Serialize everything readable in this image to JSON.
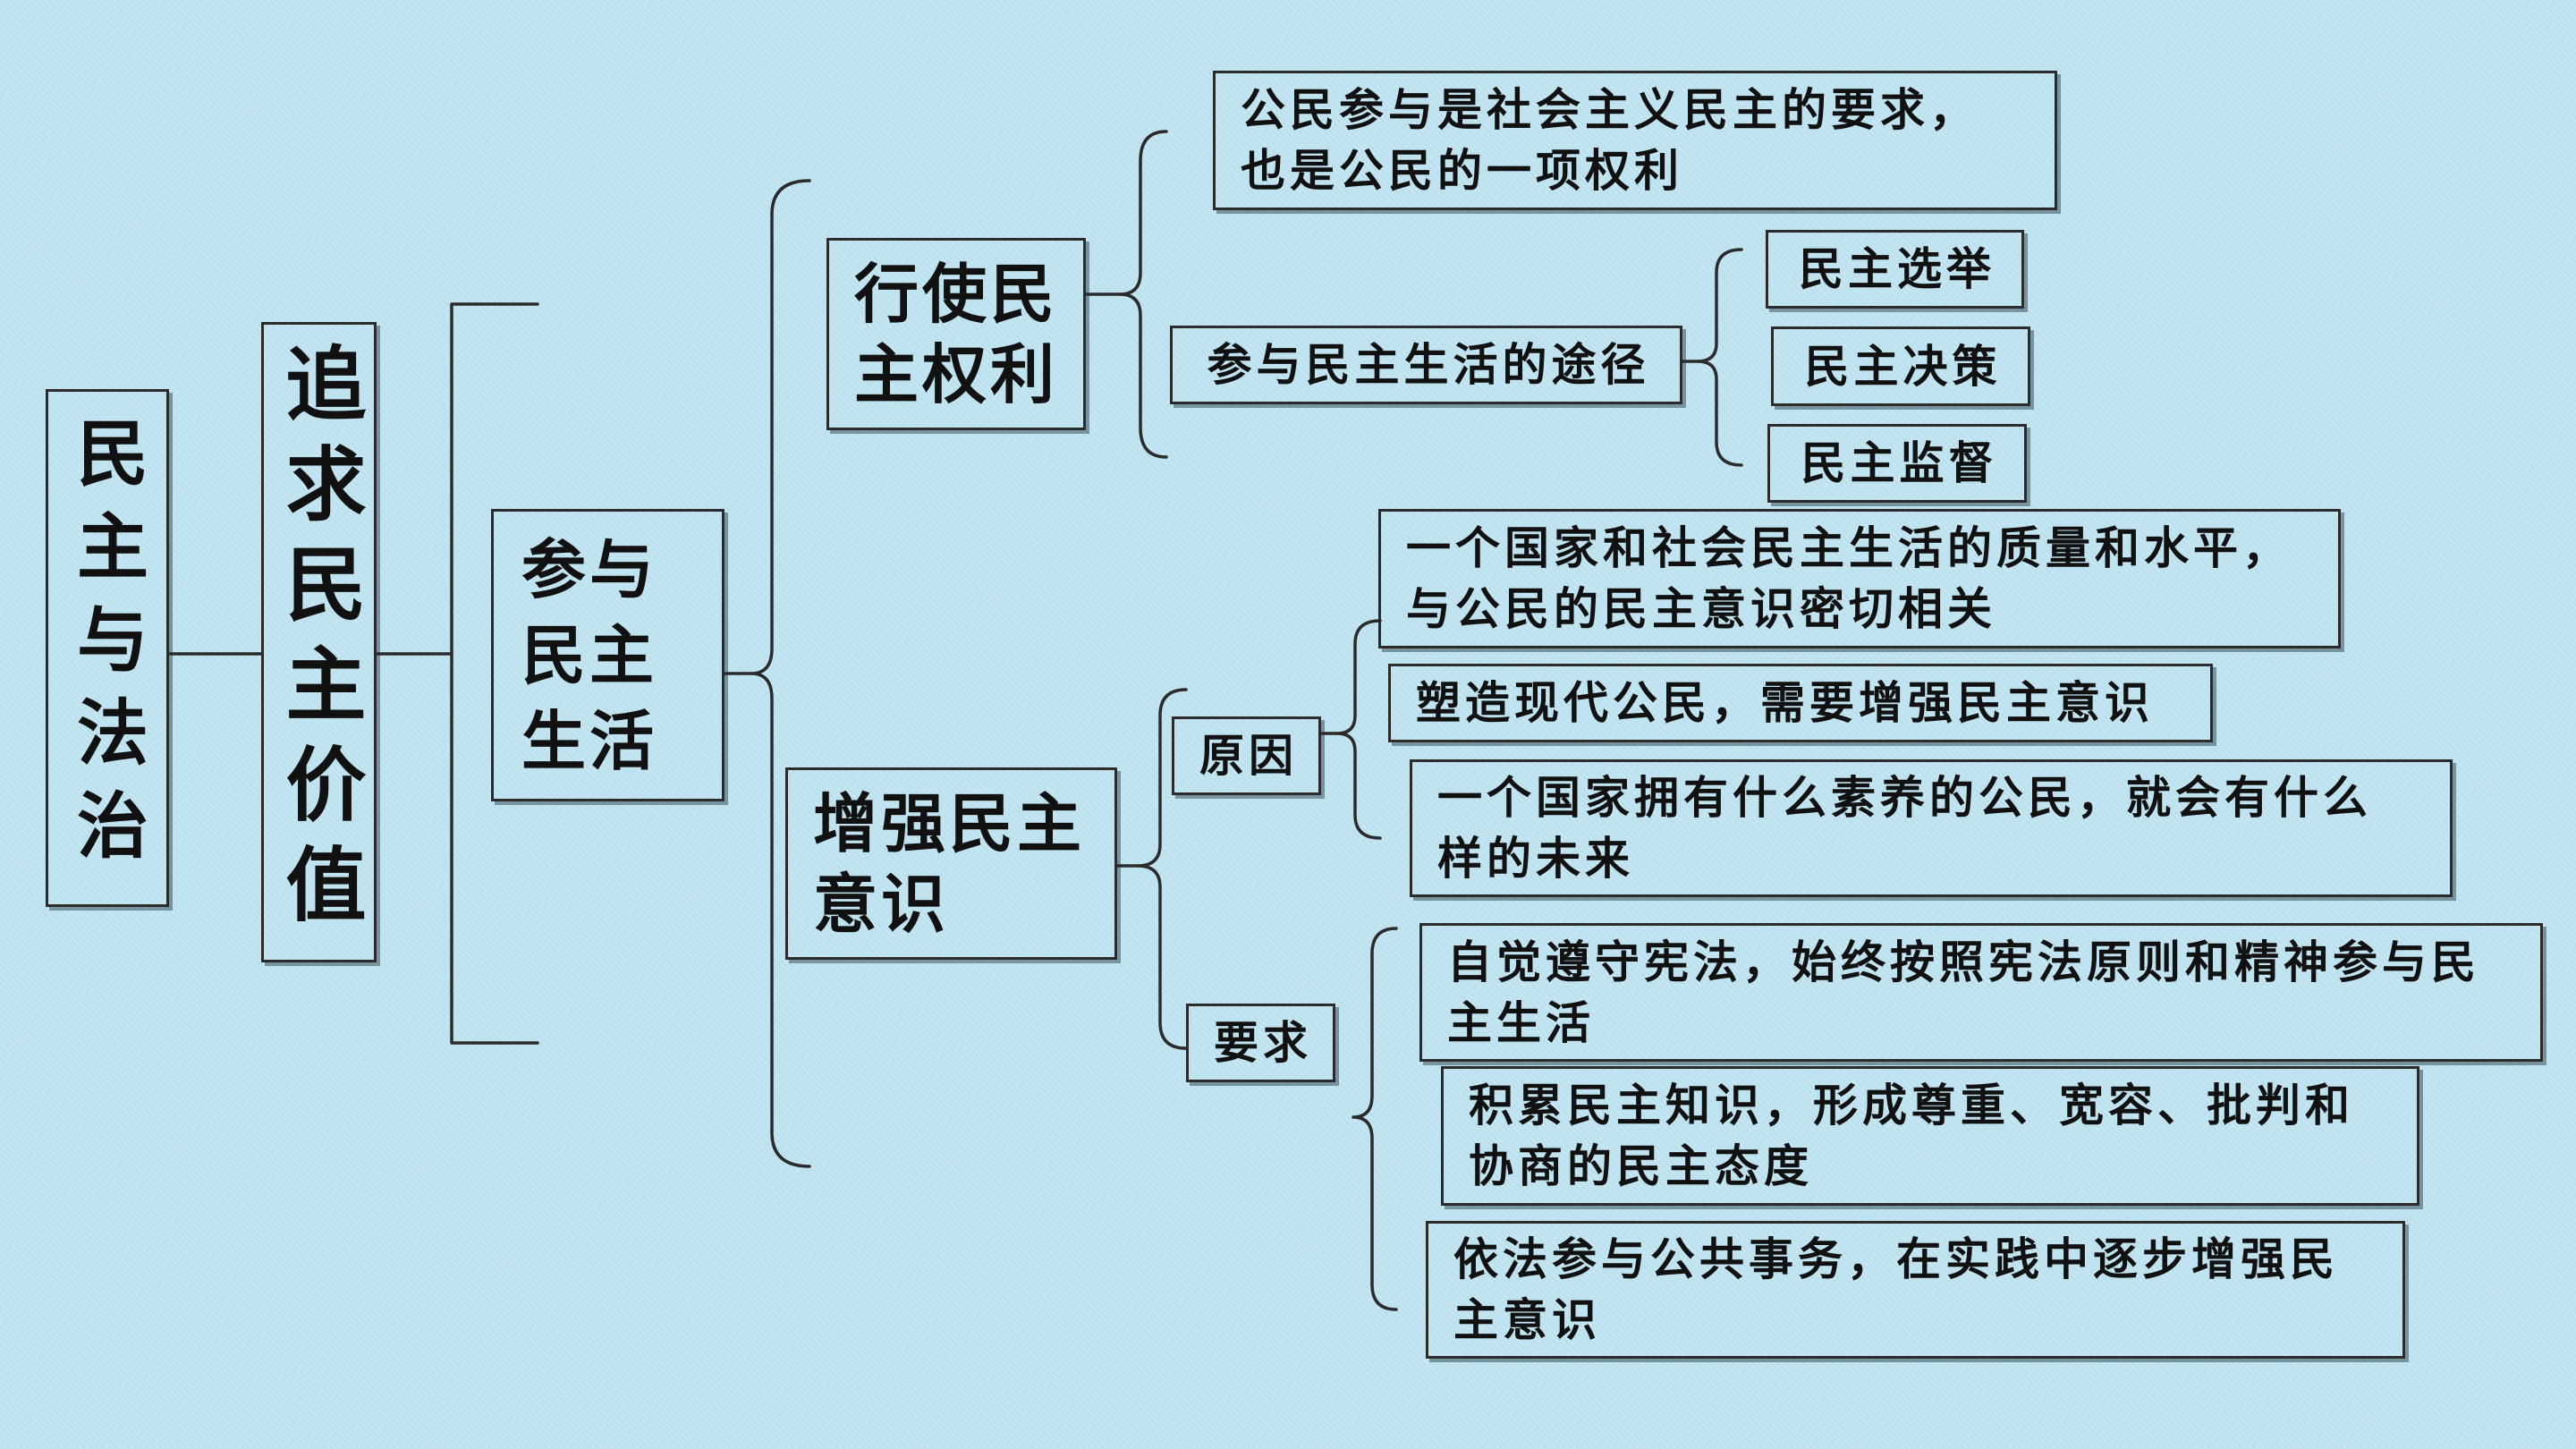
{
  "root": {
    "label": "民主与法治"
  },
  "level1": {
    "label": "追求民主价值"
  },
  "level2": {
    "lines": [
      "参与",
      "民主",
      "生活"
    ]
  },
  "exercise_rights": {
    "lines": [
      "行使民",
      "主权利"
    ],
    "statement": {
      "lines": [
        "公民参与是社会主义民主的要求，",
        "也是公民的一项权利"
      ]
    },
    "ways": {
      "label": "参与民主生活的途径",
      "items": [
        "民主选举",
        "民主决策",
        "民主监督"
      ]
    }
  },
  "strengthen_awareness": {
    "lines": [
      "增强民主",
      "意识"
    ],
    "reasons": {
      "label": "原因",
      "items": [
        {
          "lines": [
            "一个国家和社会民主生活的质量和水平，",
            "与公民的民主意识密切相关"
          ]
        },
        {
          "lines": [
            "塑造现代公民，需要增强民主意识"
          ]
        },
        {
          "lines": [
            "一个国家拥有什么素养的公民，就会有什么",
            "样的未来"
          ]
        }
      ]
    },
    "requirements": {
      "label": "要求",
      "items": [
        {
          "lines": [
            "自觉遵守宪法，始终按照宪法原则和精神参与民",
            "主生活"
          ]
        },
        {
          "lines": [
            "积累民主知识，形成尊重、宽容、批判和",
            "协商的民主态度"
          ]
        },
        {
          "lines": [
            "依法参与公共事务，在实践中逐步增强民",
            "主意识"
          ]
        }
      ]
    }
  },
  "colors": {
    "background": "#bfe4f1",
    "border": "#2b2b2b",
    "text": "#111111"
  }
}
